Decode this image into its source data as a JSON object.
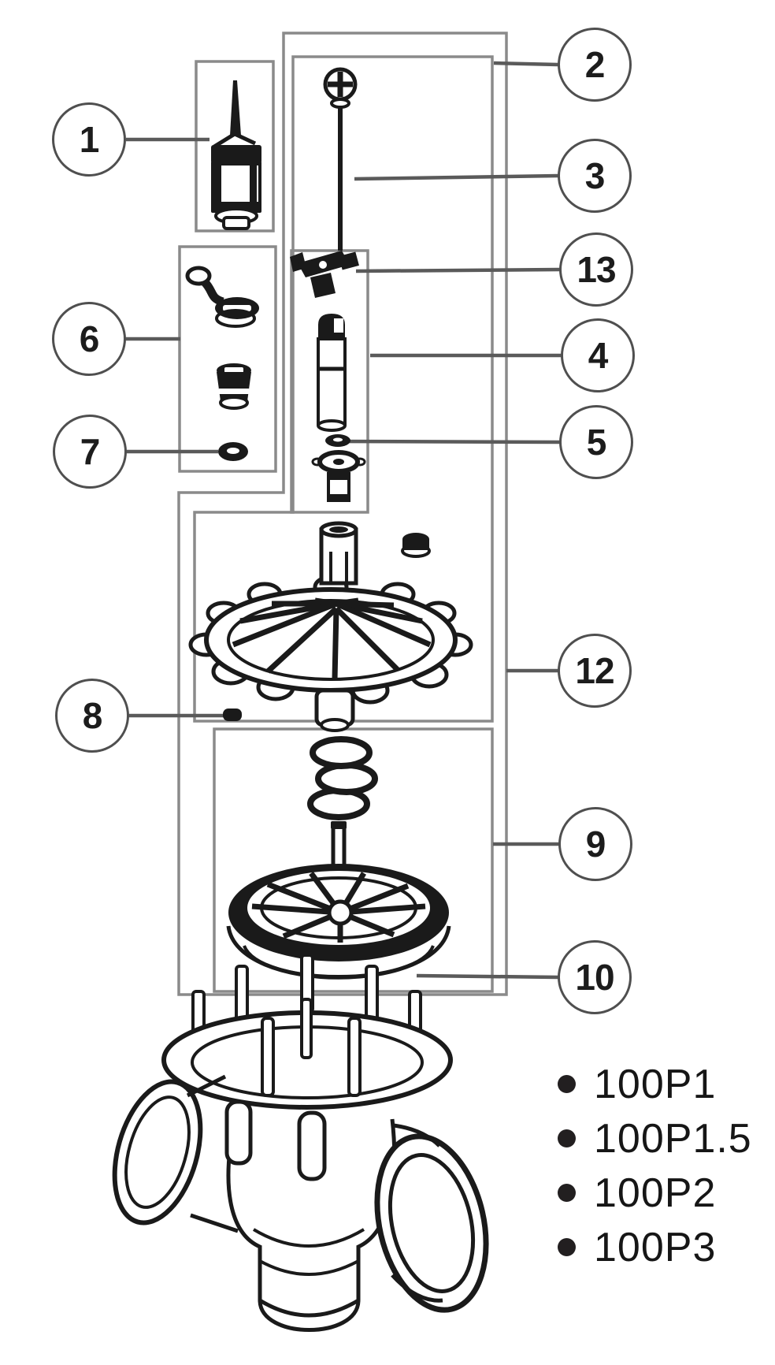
{
  "diagram": {
    "title": "valve exploded parts diagram",
    "callouts": [
      {
        "num": "1",
        "icon": "solenoid-icon"
      },
      {
        "num": "2",
        "icon": "internal-assembly-box"
      },
      {
        "num": "3",
        "icon": "screw-icon"
      },
      {
        "num": "13",
        "icon": "bleed-valve-icon"
      },
      {
        "num": "4",
        "icon": "plunger-icon"
      },
      {
        "num": "5",
        "icon": "valve-seat-icon"
      },
      {
        "num": "6",
        "icon": "flow-control-icon"
      },
      {
        "num": "7",
        "icon": "o-ring-icon"
      },
      {
        "num": "8",
        "icon": "retaining-screw-icon"
      },
      {
        "num": "12",
        "icon": "bonnet-assembly-box"
      },
      {
        "num": "9",
        "icon": "spring-icon"
      },
      {
        "num": "10",
        "icon": "diaphragm-icon"
      }
    ],
    "models": [
      {
        "label": "100P1"
      },
      {
        "label": "100P1.5"
      },
      {
        "label": "100P2"
      },
      {
        "label": "100P3"
      }
    ],
    "colors": {
      "background": "#ffffff",
      "box_outline": "#8a8a8a",
      "leader_line": "#5a5a5a",
      "ink": "#1a1a1a",
      "text": "#161616"
    }
  }
}
